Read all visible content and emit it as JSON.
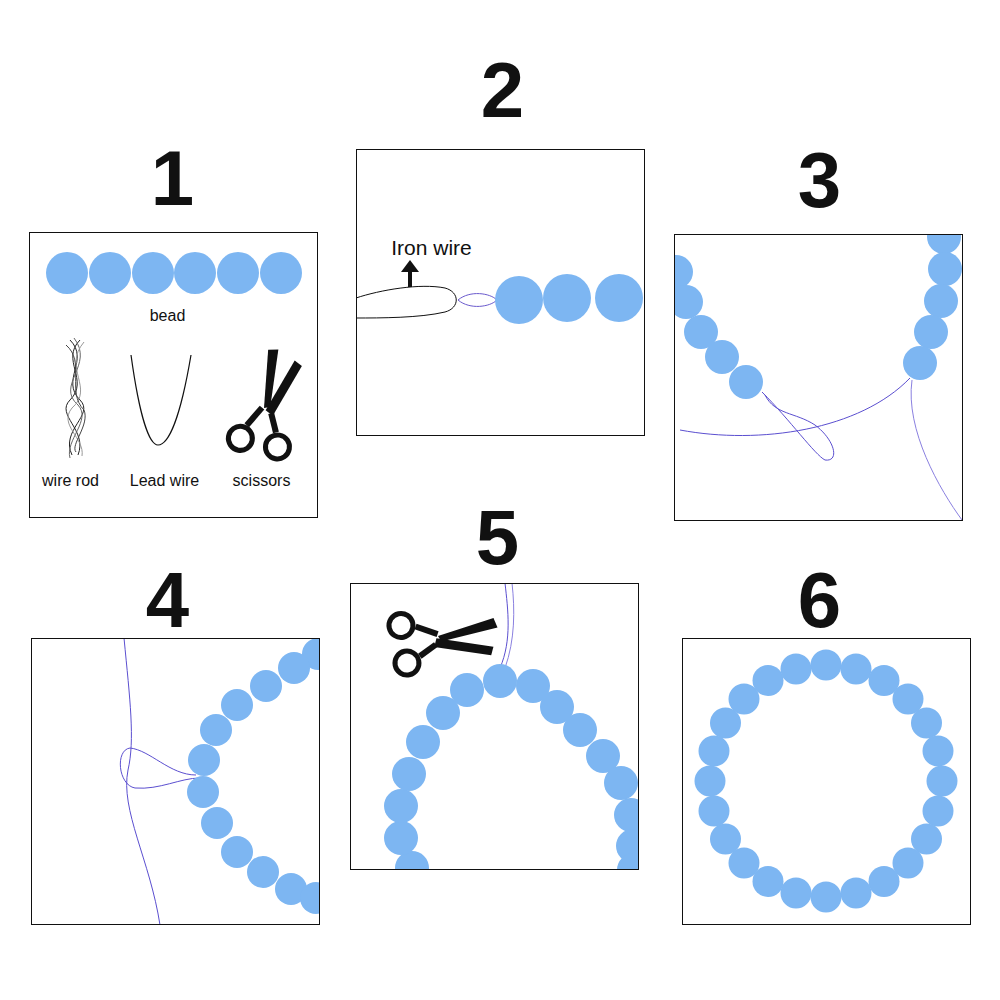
{
  "diagram": {
    "nodes": [
      {
        "text": [
          "1",
          "bead",
          "wire rod",
          "Lead wire",
          "scissors"
        ]
      },
      {
        "text": [
          "2",
          "Iron wire"
        ]
      },
      {
        "text": [
          "3"
        ]
      },
      {
        "text": [
          "4"
        ]
      },
      {
        "text": [
          "5"
        ]
      },
      {
        "text": [
          "6"
        ]
      }
    ]
  }
}
